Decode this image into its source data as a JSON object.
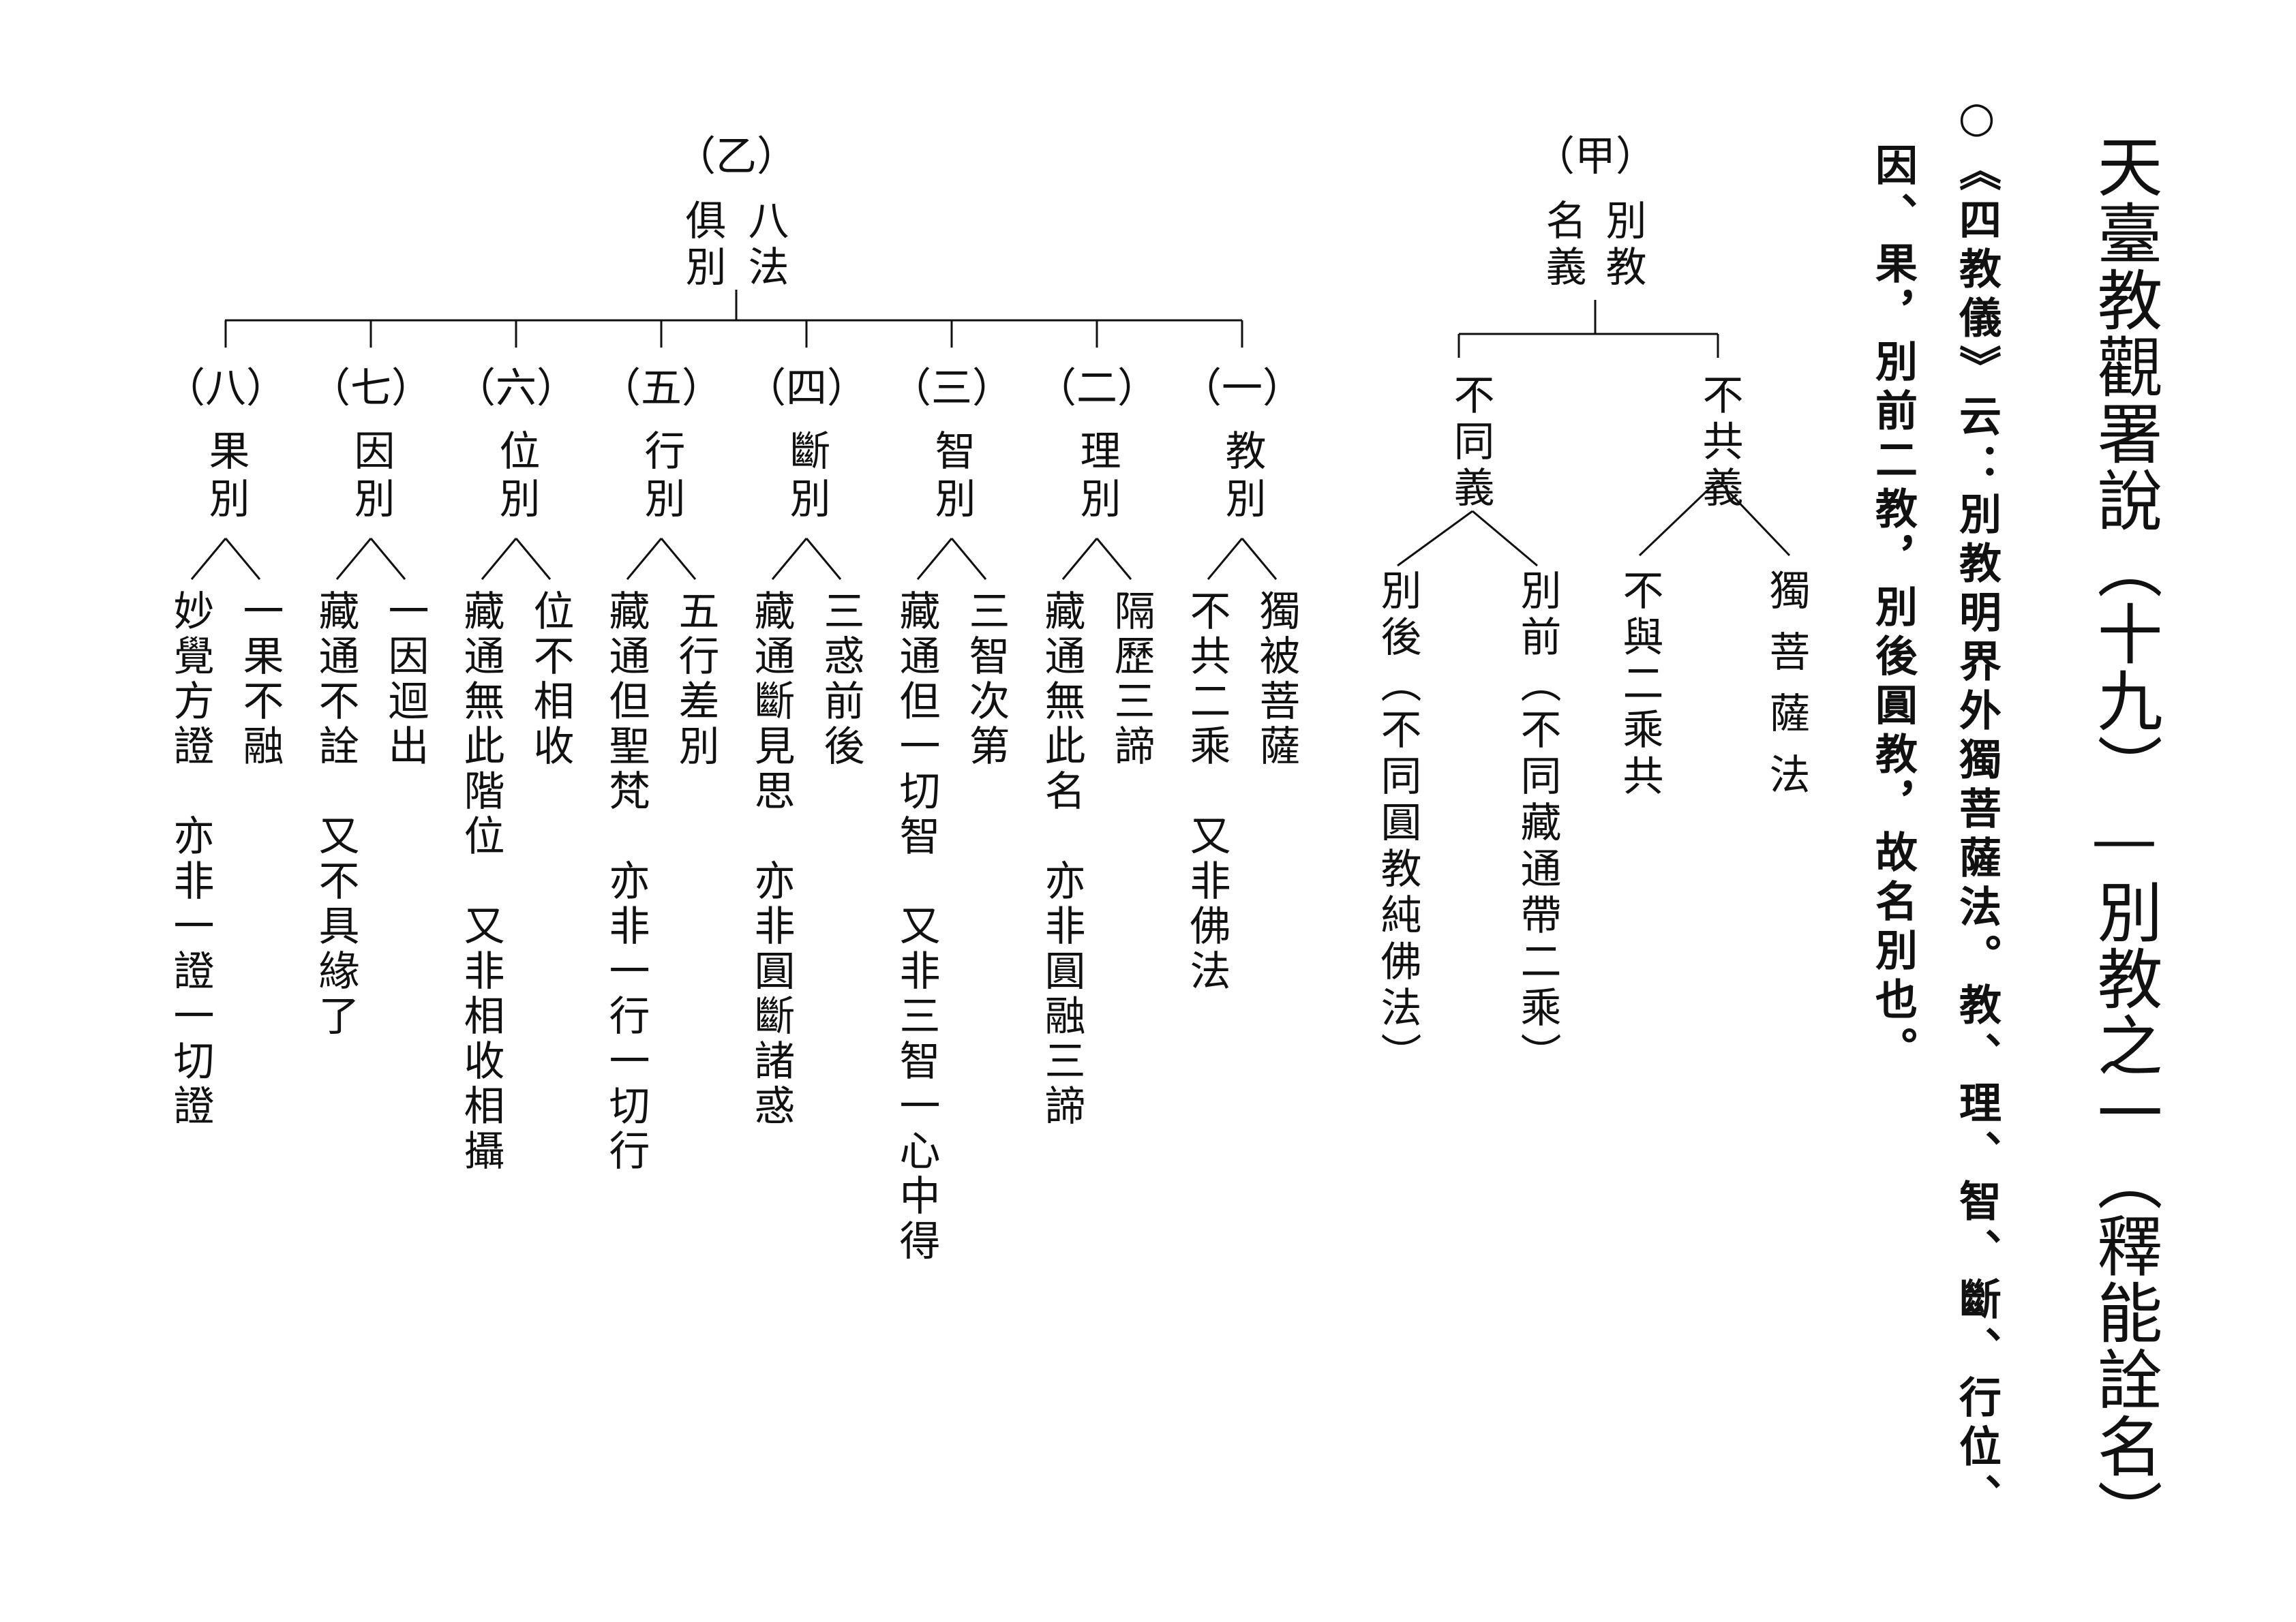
{
  "title": "天臺教觀署說（十九）—別教之一（釋能詮名）",
  "intro": {
    "col1": "○《四教儀》云：別教明界外獨菩薩法。教、理、智、斷、行位、",
    "col2": "因、果，別前二教，別後圓教，故名別也。"
  },
  "jia": {
    "label": "（甲）",
    "heading_col1": "別教",
    "heading_col2": "名義",
    "bugong": {
      "title": "不共義",
      "left": "獨菩薩法",
      "right": "不與二乘共"
    },
    "butong": {
      "title": "不同義",
      "left": "別前（不同藏通帶二乘）",
      "right": "別後（不同圓教純佛法）"
    }
  },
  "yi": {
    "label": "（乙）",
    "heading_col1": "八法",
    "heading_col2": "俱別",
    "items": [
      {
        "label": "（一）",
        "name": "教別",
        "a": "獨被菩薩",
        "b": "不共二乘　又非佛法"
      },
      {
        "label": "（二）",
        "name": "理別",
        "a": "隔歷三諦",
        "b": "藏通無此名　亦非圓融三諦"
      },
      {
        "label": "（三）",
        "name": "智別",
        "a": "三智次第",
        "b": "藏通但一切智　又非三智一心中得"
      },
      {
        "label": "（四）",
        "name": "斷別",
        "a": "三惑前後",
        "b": "藏通斷見思　亦非圓斷諸惑"
      },
      {
        "label": "（五）",
        "name": "行別",
        "a": "五行差別",
        "b": "藏通但聖梵　亦非一行一切行"
      },
      {
        "label": "（六）",
        "name": "位別",
        "a": "位不相收",
        "b": "藏通無此階位　又非相收相攝"
      },
      {
        "label": "（七）",
        "name": "因別",
        "a": "一因迴出",
        "b": "藏通不詮　又不具緣了"
      },
      {
        "label": "（八）",
        "name": "果別",
        "a": "一果不融",
        "b": "妙覺方證　亦非一證一切證"
      }
    ]
  }
}
